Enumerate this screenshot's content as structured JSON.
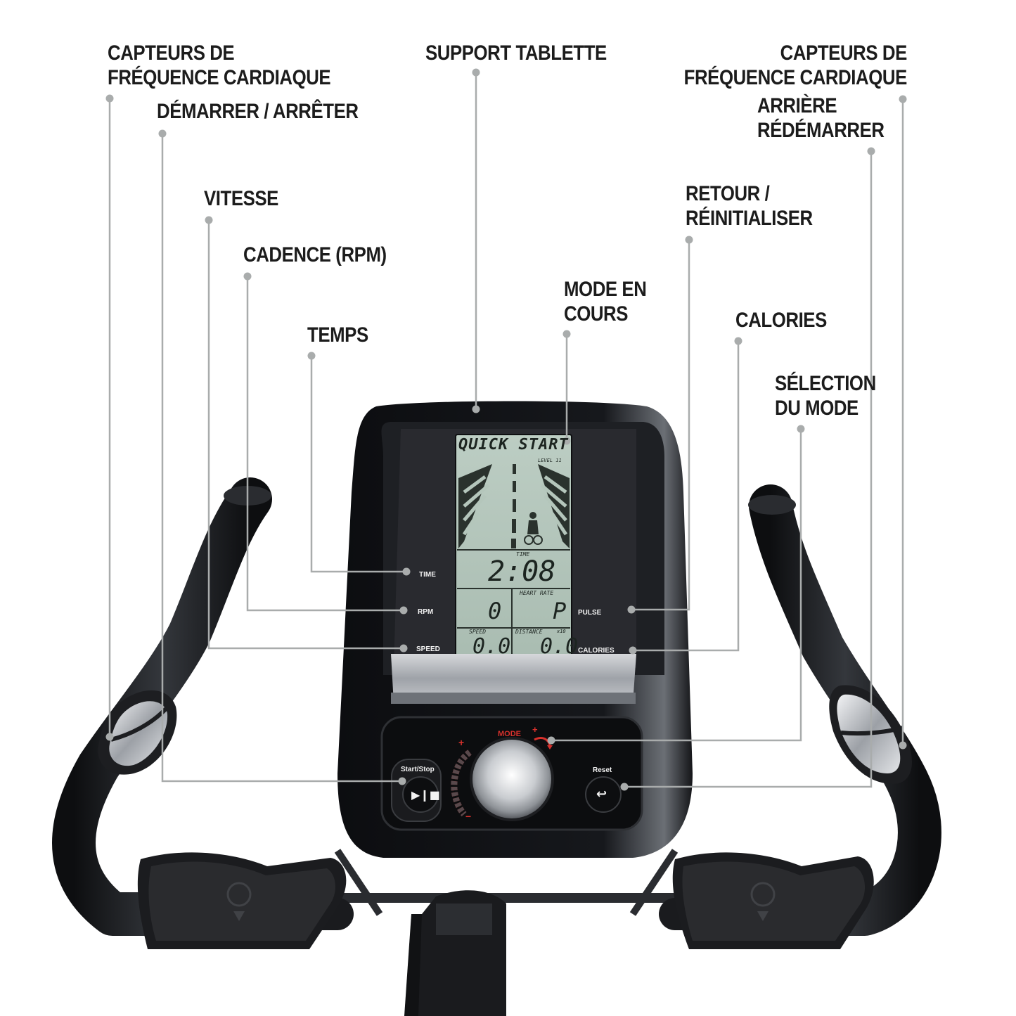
{
  "callouts": {
    "hr_sensors_left": [
      "CAPTEURS DE",
      "FRÉQUENCE CARDIAQUE"
    ],
    "start_stop": "DÉMARRER / ARRÊTER",
    "speed": "VITESSE",
    "cadence": "CADENCE (RPM)",
    "time": "TEMPS",
    "tablet_holder": "SUPPORT TABLETTE",
    "current_mode": [
      "MODE EN",
      "COURS"
    ],
    "hr_sensors_right": [
      "CAPTEURS DE",
      "FRÉQUENCE CARDIAQUE"
    ],
    "back_restart": [
      "ARRIÈRE",
      "RÉDÉMARRER"
    ],
    "return_reset": [
      "RETOUR /",
      "RÉINITIALISER"
    ],
    "calories": "CALORIES",
    "mode_select": [
      "SÉLECTION",
      "DU MODE"
    ]
  },
  "panel_labels": {
    "time": "TIME",
    "rpm": "RPM",
    "speed": "SPEED",
    "pulse": "PULSE",
    "calories": "CALORIES"
  },
  "lcd": {
    "mode_text": "QUICK START",
    "level_text": "LEVEL 11",
    "time_header": "TIME",
    "time_value": "2:08",
    "heart_rate_header": "HEART RATE",
    "rpm_value": "0",
    "pulse_value": "P",
    "speed_header": "SPEED",
    "distance_header": "DISTANCE",
    "distance_unit": "x10",
    "speed_value": "0.0",
    "distance_value": "0.0"
  },
  "controls": {
    "start_stop_label": "Start/Stop",
    "start_stop_icon": "play-pause-stop-icon",
    "mode_label": "MODE",
    "mode_plus": "+",
    "dial_plus": "+",
    "dial_minus": "−",
    "reset_label": "Reset",
    "reset_icon": "return-arrow-icon"
  },
  "colors": {
    "leader_line": "#a9acac",
    "console_black": "#121315",
    "lcd_green": "#b4c6bb",
    "accent_red": "#d8312c"
  }
}
